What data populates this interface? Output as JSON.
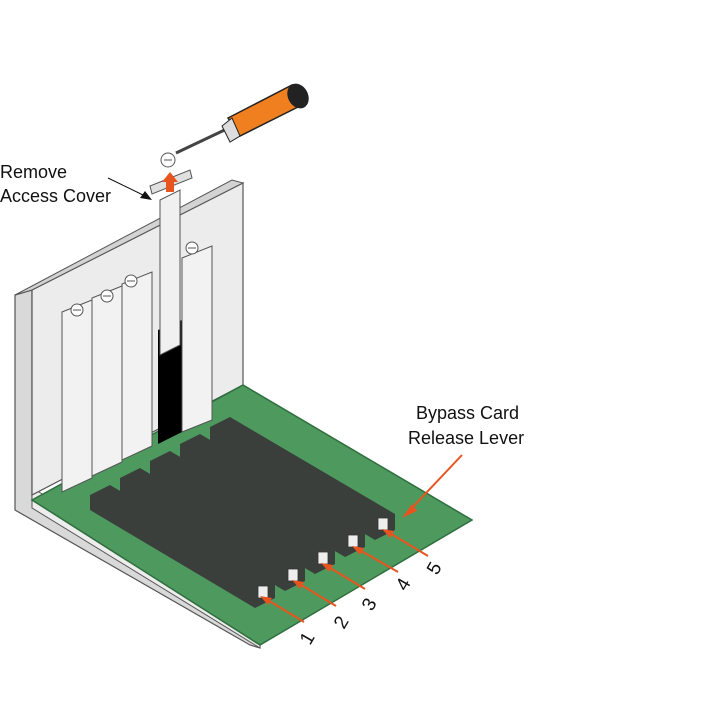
{
  "labels": {
    "remove_access_cover_line1": "Remove",
    "remove_access_cover_line2": "Access Cover",
    "bypass_release_line1": "Bypass Card",
    "bypass_release_line2": "Release Lever"
  },
  "slot_numbers": [
    "1",
    "2",
    "3",
    "4",
    "5"
  ],
  "colors": {
    "board": "#4e9a5e",
    "board_edge": "#2f6e3e",
    "slot": "#3a3f3c",
    "chassis": "#e6e6e6",
    "chassis_dark": "#c9c9c9",
    "screwdriver_handle": "#f07f1f",
    "arrow_orange": "#e8541f",
    "black": "#000000"
  },
  "icons": {
    "screwdriver": "screwdriver-icon",
    "up_arrow": "up-arrow-icon"
  }
}
